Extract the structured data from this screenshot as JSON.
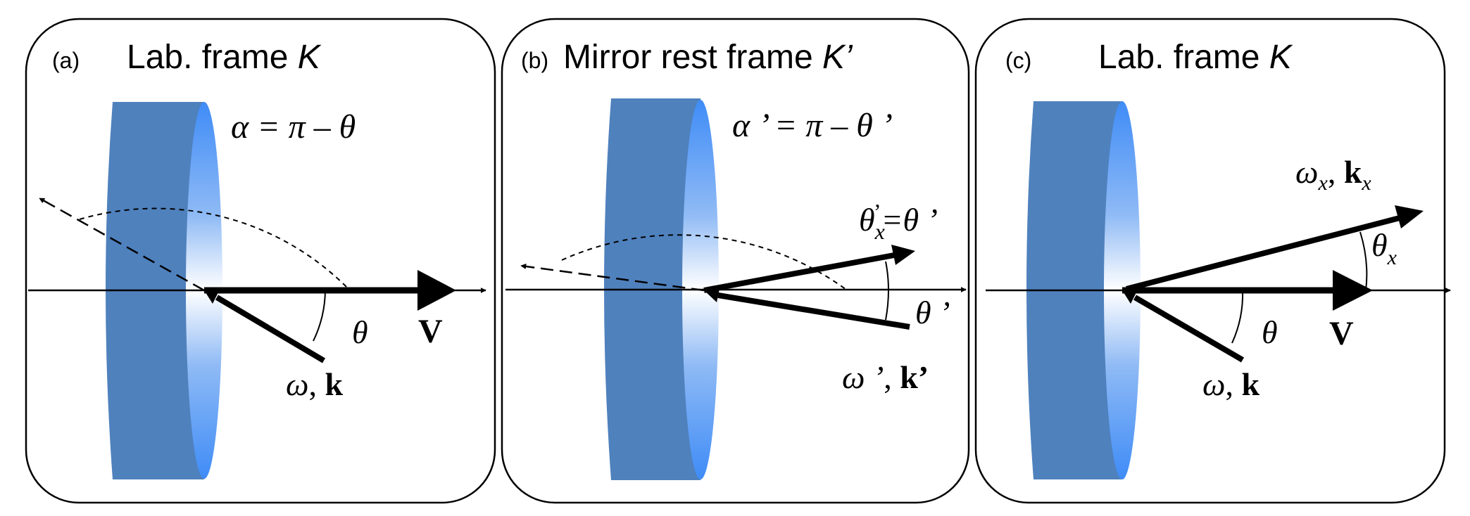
{
  "colors": {
    "mirror_side": "#4f81bd",
    "mirror_face_edge": "#3f8cf7",
    "mirror_face_center": "#ffffff",
    "ink": "#000000"
  },
  "panels": [
    {
      "letter": "(a)",
      "title_prefix": "Lab. frame ",
      "title_frame": "K",
      "arc_label": "α = π – θ",
      "incident_label_w": "ω",
      "incident_label_sep": ", ",
      "incident_label_k": "k",
      "angle_label": "θ",
      "velocity_label": "V"
    },
    {
      "letter": "(b)",
      "title_prefix": "Mirror rest frame ",
      "title_frame": "K’",
      "arc_label": "α ’ = π – θ ’",
      "reflected_label_base": "θ",
      "reflected_label_sub": "x",
      "reflected_label_prime": "’",
      "reflected_label_rest": "=θ ’",
      "angle_label": "θ ’",
      "incident_label_w": "ω ’",
      "incident_label_sep": ", ",
      "incident_label_k": "k’"
    },
    {
      "letter": "(c)",
      "title_prefix": "Lab. frame ",
      "title_frame": "K",
      "reflected_label_w": "ω",
      "reflected_label_w_sub": "x",
      "reflected_label_sep": ", ",
      "reflected_label_k": "k",
      "reflected_label_k_sub": "x",
      "reflected_angle_base": "θ",
      "reflected_angle_sub": "x",
      "angle_label": "θ",
      "velocity_label": "V",
      "incident_label_w": "ω",
      "incident_label_sep": ", ",
      "incident_label_k": "k"
    }
  ]
}
